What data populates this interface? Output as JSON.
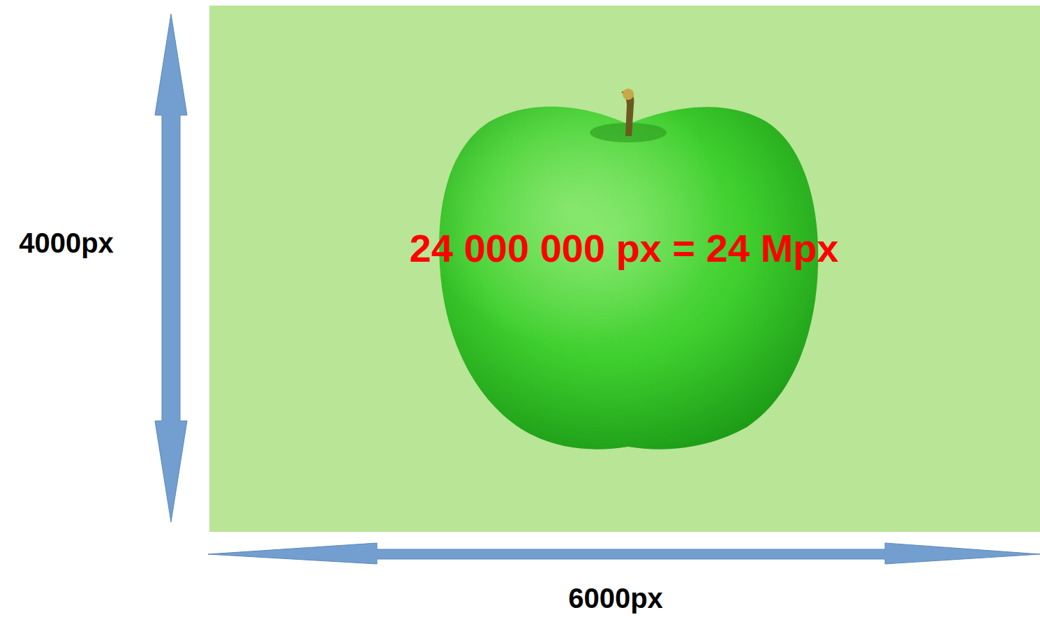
{
  "diagram": {
    "labels": [
      "4000px",
      "24 000 000 px = 24 Mpx",
      "6000px"
    ]
  }
}
